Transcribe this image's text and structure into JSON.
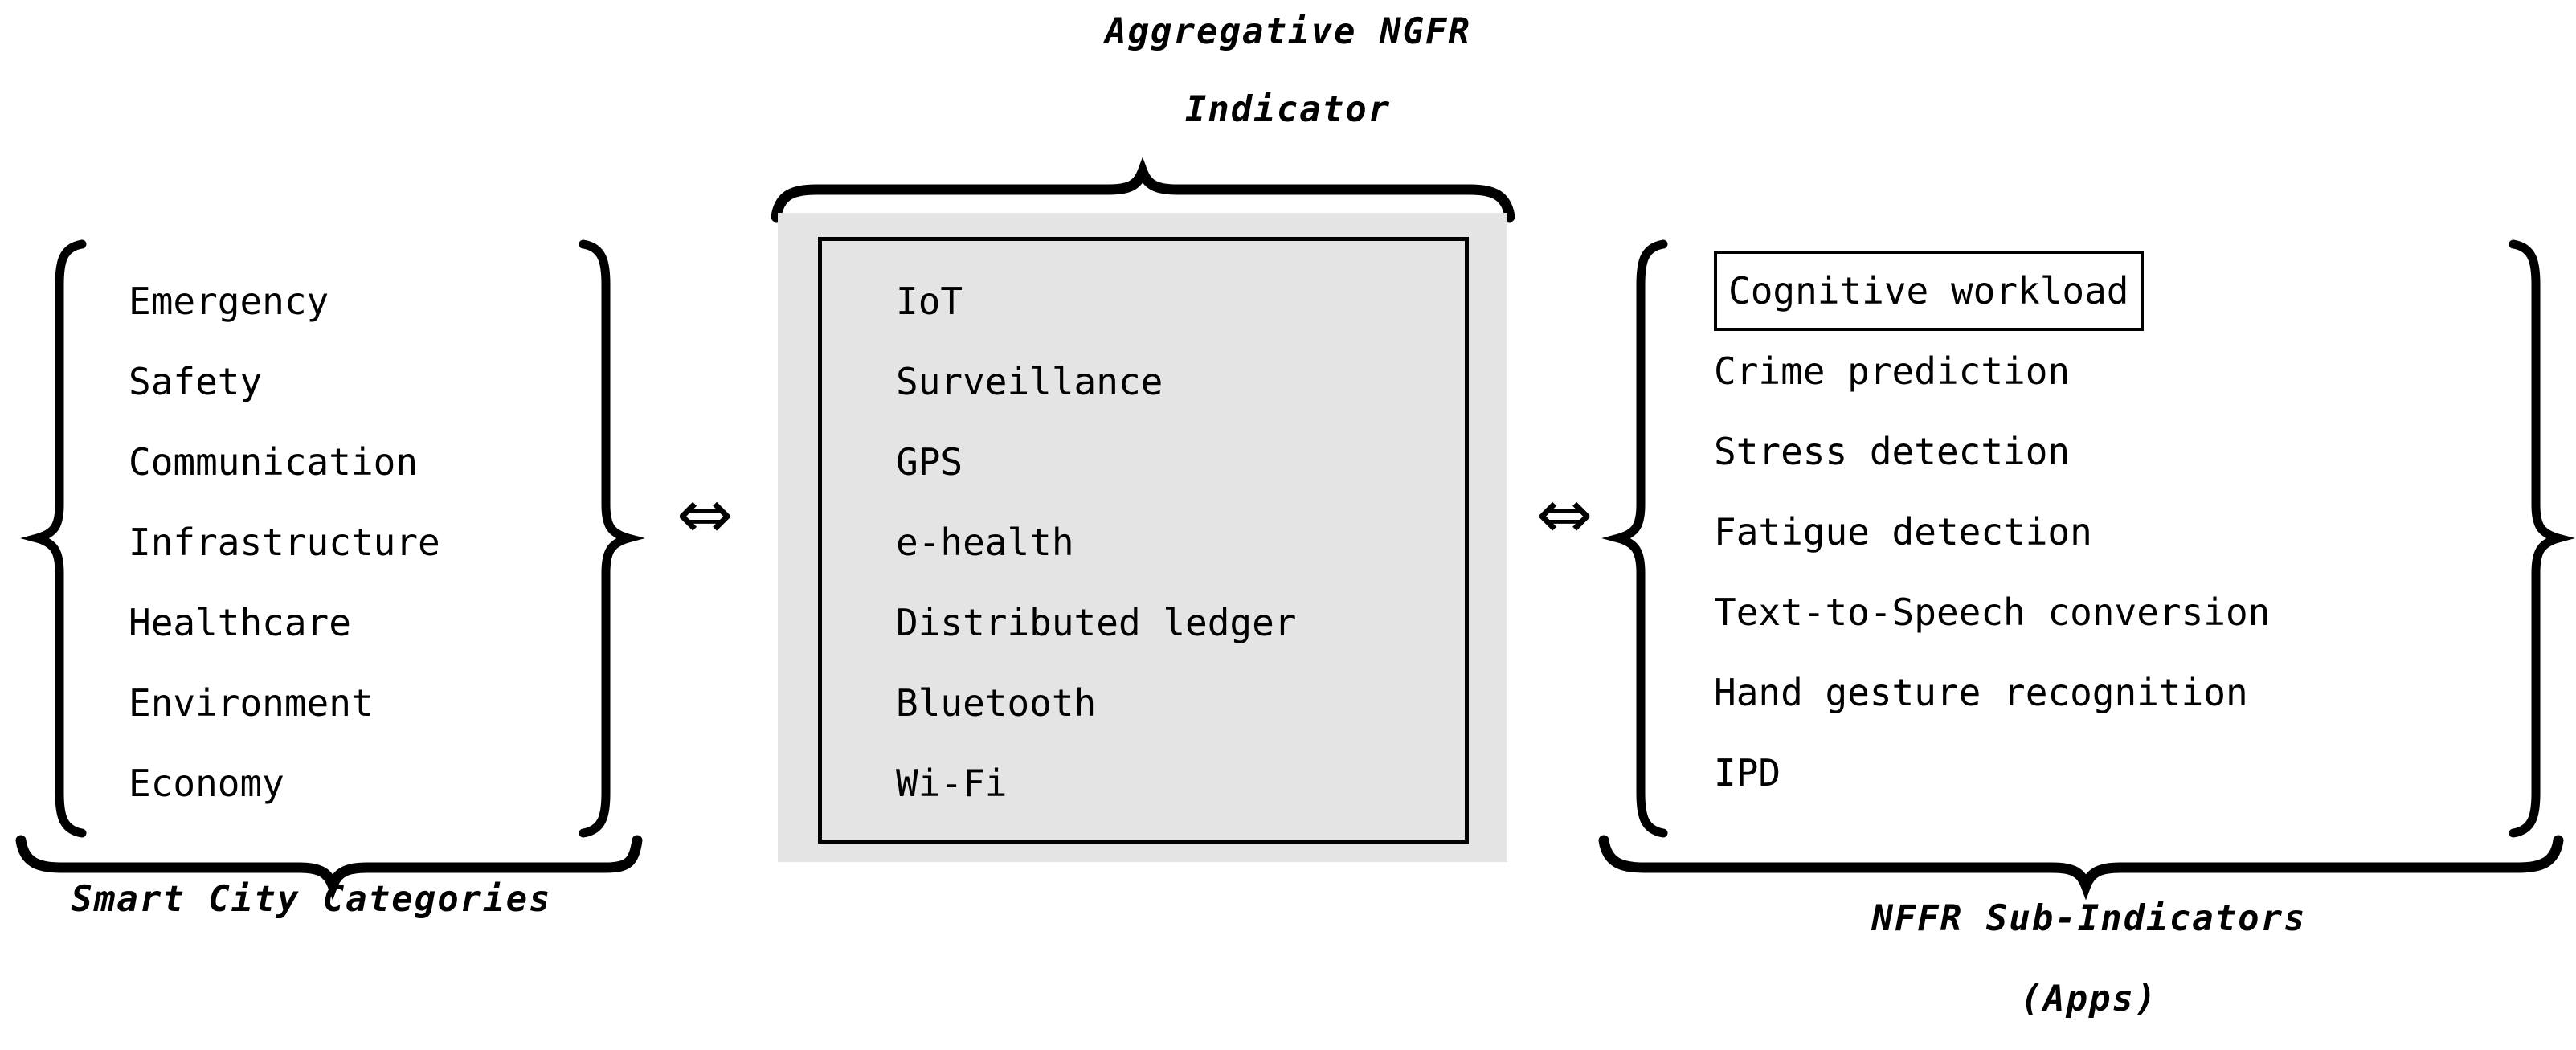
{
  "diagram": {
    "title": {
      "line1": "Aggregative NGFR",
      "line2": "Indicator"
    },
    "left_group": {
      "caption": "Smart City Categories",
      "items": [
        "Emergency",
        "Safety",
        "Communication",
        "Infrastructure",
        "Healthcare",
        "Environment",
        "Economy"
      ]
    },
    "centre_group": {
      "items": [
        "IoT",
        "Surveillance",
        "GPS",
        "e-health",
        "Distributed ledger",
        "Bluetooth",
        "Wi-Fi"
      ],
      "panel_fill": "#e4e4e4",
      "border_color": "#000000"
    },
    "right_group": {
      "caption_line1": "NFFR Sub-Indicators",
      "caption_line2": "(Apps)",
      "items": [
        {
          "label": "Cognitive workload",
          "boxed": true
        },
        {
          "label": "Crime prediction",
          "boxed": false
        },
        {
          "label": "Stress detection",
          "boxed": false
        },
        {
          "label": "Fatigue detection",
          "boxed": false
        },
        {
          "label": "Text-to-Speech conversion",
          "boxed": false
        },
        {
          "label": "Hand gesture recognition",
          "boxed": false
        },
        {
          "label": "IPD",
          "boxed": false
        }
      ]
    },
    "connectors": {
      "left_to_centre": "⇔",
      "centre_to_right": "⇔"
    }
  }
}
